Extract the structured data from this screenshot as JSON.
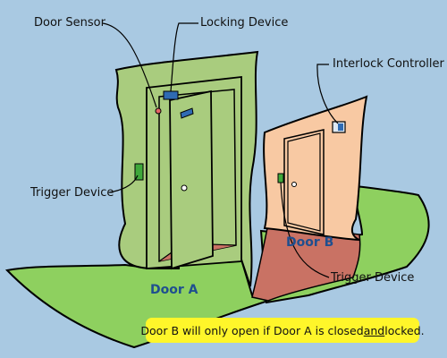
{
  "labels": {
    "door_sensor": "Door Sensor",
    "locking_device": "Locking Device",
    "interlock_controller": "Interlock Controller",
    "trigger_device_a": "Trigger Device",
    "trigger_device_b": "Trigger Device",
    "door_a": "Door A",
    "door_b": "Door B"
  },
  "note": {
    "before": "Door B will only open if Door A is closed ",
    "emphasis": "and",
    "after": " locked."
  },
  "colors": {
    "background": "#a9c9e2",
    "wall_green": "#a9cc7e",
    "floor_green": "#8ed05f",
    "wall_peach": "#f8c9a3",
    "floor_red": "#c97264",
    "device_blue": "#2f6bb3",
    "trigger_green": "#3ea83a",
    "note_yellow": "#fff62a",
    "door_label_blue": "#1f4f8f"
  }
}
